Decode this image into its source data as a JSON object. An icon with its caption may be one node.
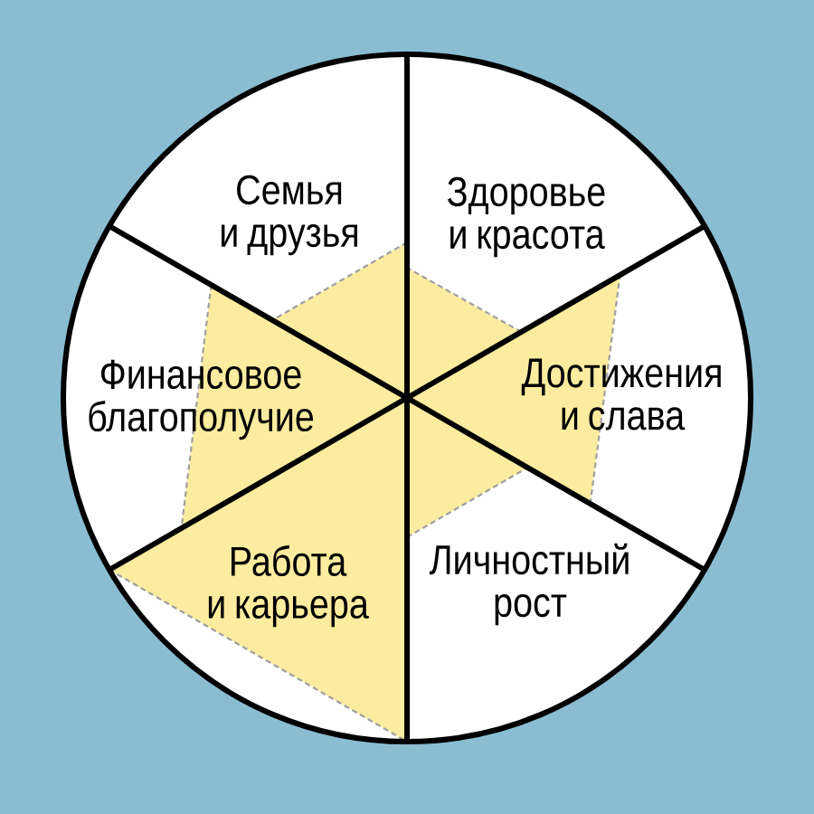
{
  "diagram": {
    "nodes": [
      {
        "text": [
          "Семья и друзья"
        ]
      },
      {
        "text": [
          "Здоровье и красота"
        ]
      },
      {
        "text": [
          "Финансовое благополучие"
        ]
      },
      {
        "text": [
          "Достижения и слава"
        ]
      },
      {
        "text": [
          "Работа и карьера"
        ]
      },
      {
        "text": [
          "Личностный рост"
        ]
      }
    ]
  }
}
